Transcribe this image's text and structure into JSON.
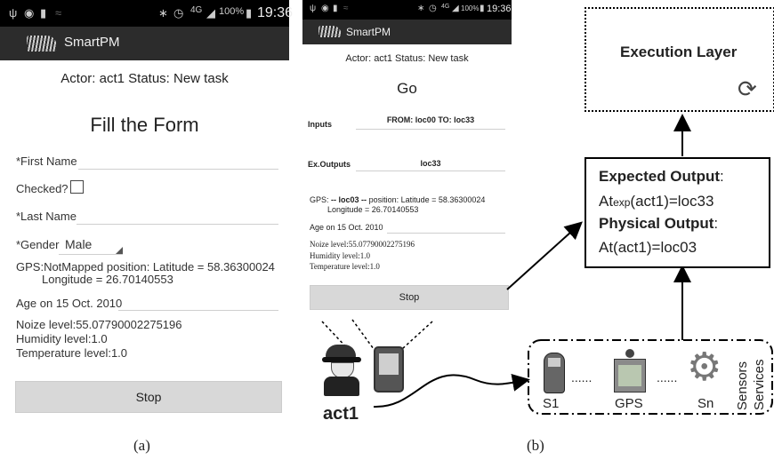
{
  "panel_a": {
    "status_time": "19:36",
    "status_battery": "100%",
    "status_network": "4G",
    "app_title": "SmartPM",
    "actor_status": "Actor: act1 Status: New task",
    "form_title": "Fill the Form",
    "first_name_label": "*First Name",
    "checked_label": "Checked?",
    "last_name_label": "*Last Name",
    "gender_label": "*Gender",
    "gender_value": "Male",
    "gps_line1": "GPS:NotMapped position: Latitude = 58.36300024",
    "gps_line2": "Longitude = 26.70140553",
    "age": "Age on 15 Oct. 2010",
    "noise": "Noize level:55.07790002275196",
    "humidity": "Humidity level:1.0",
    "temperature": "Temperature level:1.0",
    "stop_button": "Stop"
  },
  "panel_b": {
    "status_time": "19:36",
    "status_battery": "100%",
    "status_network": "4G",
    "app_title": "SmartPM",
    "actor_status": "Actor: act1 Status: New task",
    "go_title": "Go",
    "inputs_label": "Inputs",
    "inputs_value": "FROM: loc00 TO: loc33",
    "outputs_label": "Ex.Outputs",
    "outputs_value": "loc33",
    "gps_prefix": "GPS:",
    "gps_loc": "-- loc03 --",
    "gps_line1": "position: Latitude = 58.36300024",
    "gps_line2": "Longitude = 26.70140553",
    "age": "Age on 15 Oct. 2010",
    "noise": "Noize level:55.07790002275196",
    "humidity": "Humidity level:1.0",
    "temperature": "Temperature level:1.0",
    "stop_button": "Stop"
  },
  "diagram": {
    "execution_layer": "Execution Layer",
    "expected_output_label": "Expected Output",
    "expected_output_colon": ":",
    "expected_prefix": "At",
    "expected_sub": "exp",
    "expected_value": "(act1)=loc33",
    "physical_output_label": "Physical Output",
    "physical_output_colon": ":",
    "physical_value": "At(act1)=loc03",
    "actor_label": "act1",
    "sensor_s1": "S1",
    "sensor_gps": "GPS",
    "sensor_sn": "Sn",
    "sensors_label": "Sensors",
    "services_label": "Services",
    "dots": "......"
  },
  "captions": {
    "a": "(a)",
    "b": "(b)"
  }
}
